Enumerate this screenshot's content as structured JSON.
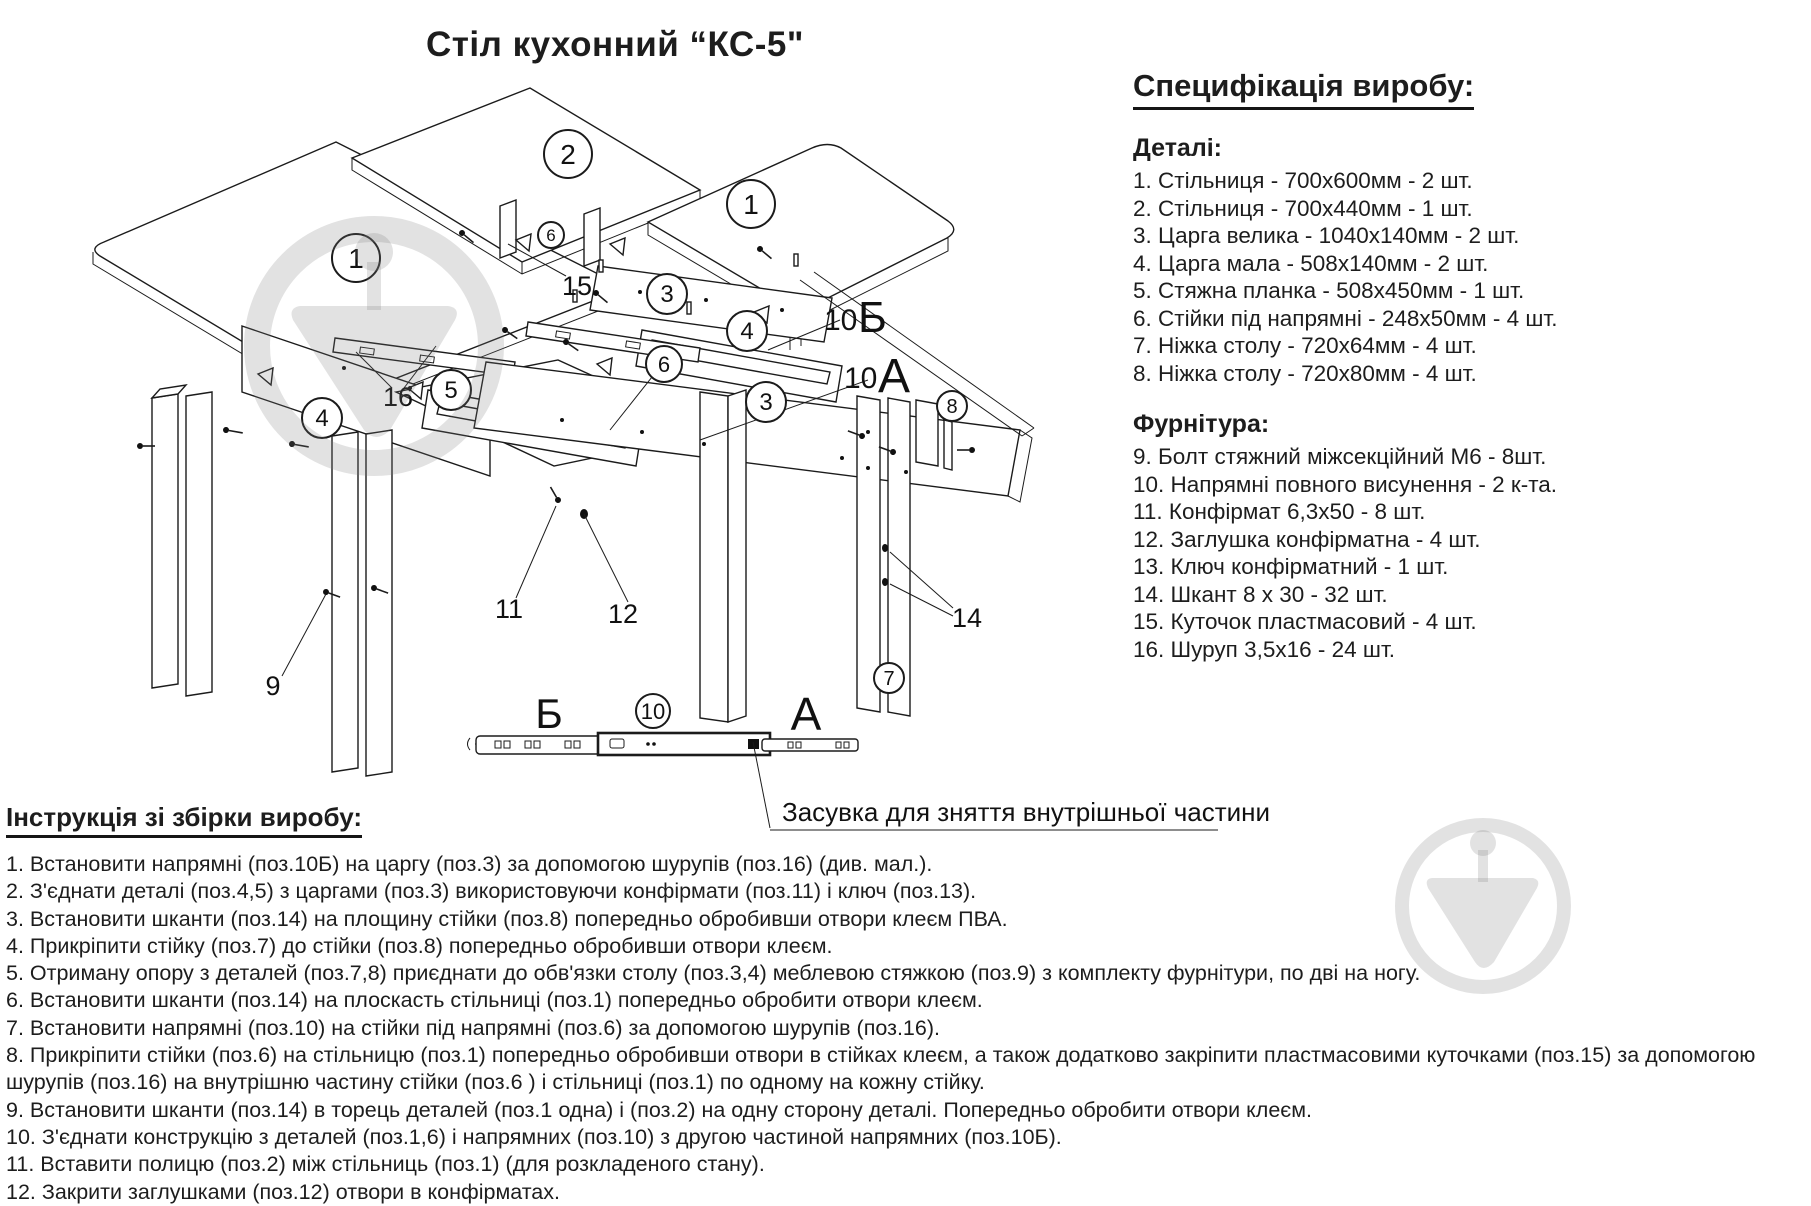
{
  "title": "Стіл кухонний “КС-5\"",
  "colors": {
    "line": "#1b1b1b",
    "watermark": "#dcdcdc",
    "text": "#1d1d1d"
  },
  "spec": {
    "heading": "Специфікація виробу:",
    "parts_heading": "Деталі:",
    "parts": [
      "1. Стільниця - 700х600мм - 2 шт.",
      "2. Стільниця - 700х440мм - 1 шт.",
      "3. Царга велика - 1040х140мм - 2 шт.",
      "4. Царга мала - 508х140мм - 2 шт.",
      "5. Стяжна планка - 508х450мм - 1 шт.",
      "6. Стійки під напрямні - 248х50мм - 4 шт.",
      "7. Ніжка столу - 720х64мм - 4 шт.",
      "8. Ніжка столу - 720х80мм - 4 шт."
    ],
    "hardware_heading": "Фурнітура:",
    "hardware": [
      "9. Болт стяжний міжсекційний М6 - 8шт.",
      "10. Напрямні повного висунення - 2 к-та.",
      "11. Конфірмат 6,3х50 - 8 шт.",
      "12. Заглушка конфірматна - 4 шт.",
      "13. Ключ конфірматний - 1 шт.",
      "14. Шкант 8 х 30 - 32 шт.",
      "15. Куточок пластмасовий - 4 шт.",
      "16. Шуруп 3,5х16 - 24 шт."
    ]
  },
  "instructions": {
    "heading": "Інструкція зі збірки виробу:",
    "steps": [
      "1. Встановити напрямні (поз.10Б) на царгу  (поз.3) за допомогою шурупів (поз.16) (див. мал.).",
      "2. З'єднати деталі (поз.4,5) з царгами (поз.3) використовуючи конфірмати (поз.11) і ключ (поз.13).",
      "3. Встановити шканти (поз.14) на площину стійки (поз.8) попередньо обробивши отвори клеєм ПВА.",
      "4. Прикріпити стійку (поз.7) до стійки (поз.8) попередньо обробивши отвори клеєм.",
      "5. Отриману опору з деталей (поз.7,8) приєднати до обв'язки столу (поз.3,4) меблевою стяжкою (поз.9) з комплекту фурнітури, по дві на ногу.",
      "6. Встановити шканти (поз.14) на плоскасть стільниці (поз.1) попередньо обробити отвори клеєм.",
      "7. Встановити напрямні (поз.10) на стійки під напрямні (поз.6) за допомогою шурупів (поз.16).",
      "8. Прикріпити стійки (поз.6) на стільницю (поз.1) попередньо обробивши отвори в стійках клеєм, а також додатково закріпити пластмасовими куточками (поз.15) за допомогою шурупів (поз.16) на внутрішню частину стійки (поз.6 ) і стільниці (поз.1) по одному на кожну стійку.",
      "9. Встановити шканти (поз.14) в торець деталей (поз.1 одна) і (поз.2) на одну сторону деталі. Попередньо обробити отвори клеєм.",
      "10. З'єднати конструкцію з деталей (поз.1,6) і напрямних (поз.10) з другою частиной напрямних (поз.10Б).",
      "11. Вставити полицю (поз.2) між стільниць (поз.1) (для розкладеного стану).",
      "12. Закрити заглушками (поз.12) отвори в конфірматах."
    ]
  },
  "diagram": {
    "labels": {
      "part1": "1",
      "part2": "2",
      "part3": "3",
      "part4": "4",
      "part5": "5",
      "part6": "6",
      "part7": "7",
      "part8": "8",
      "num9": "9",
      "num11": "11",
      "num12": "12",
      "num14": "14",
      "num15": "15",
      "num16": "16",
      "num10": "10",
      "letterB": "Б",
      "letterA": "А",
      "viewB": "Б",
      "viewA": "А",
      "rail10": "10",
      "annotation": "Засувка для зняття внутрішньої частини"
    }
  }
}
